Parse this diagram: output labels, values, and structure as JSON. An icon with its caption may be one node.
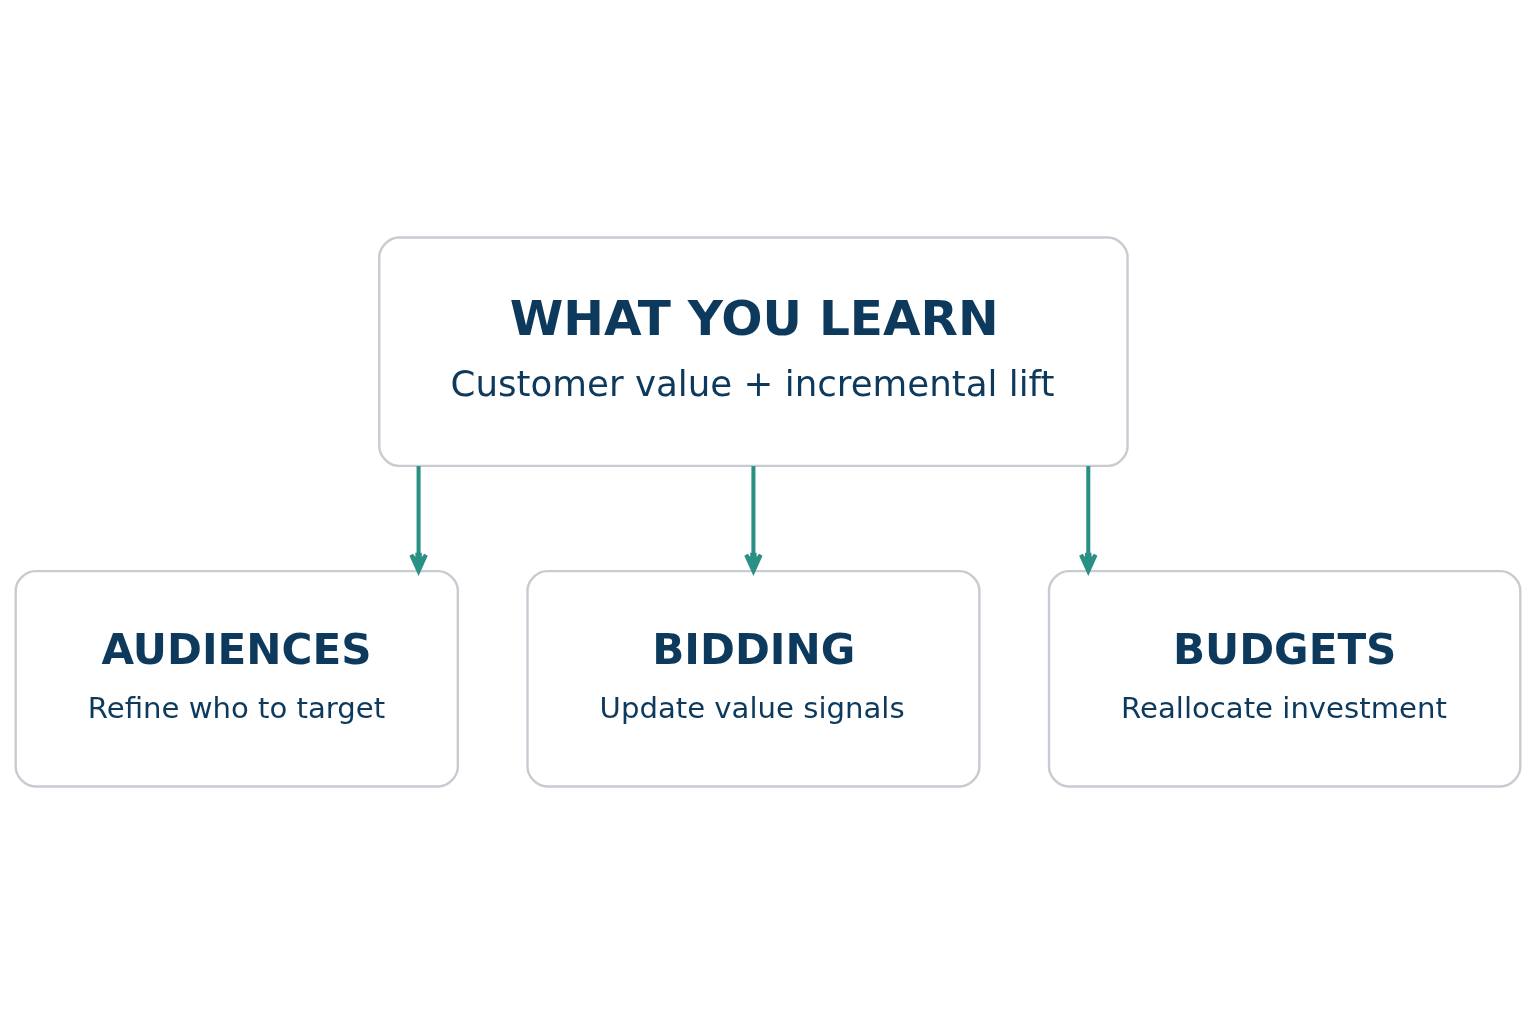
{
  "diagram": {
    "nodes": [
      {
        "text": [
          "WHAT YOU LEARN",
          "Customer value + incremental lift"
        ]
      },
      {
        "text": [
          "AUDIENCES",
          "Refine who to target"
        ]
      },
      {
        "text": [
          "BIDDING",
          "Update value signals"
        ]
      },
      {
        "text": [
          "BUDGETS",
          "Reallocate investment"
        ]
      }
    ],
    "edges": [
      {
        "from": 0,
        "to": 1,
        "arrow": "to"
      },
      {
        "from": 0,
        "to": 2,
        "arrow": "to"
      },
      {
        "from": 0,
        "to": 3,
        "arrow": "to"
      }
    ]
  }
}
